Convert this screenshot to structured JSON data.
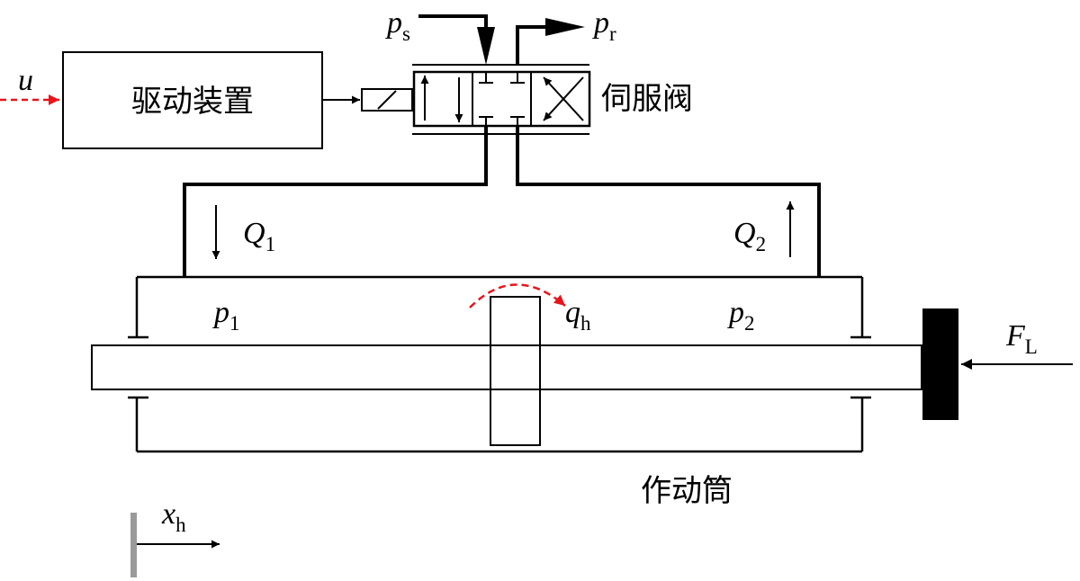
{
  "input_signal": {
    "symbol": "u"
  },
  "drive_device": {
    "label": "驱动装置"
  },
  "servo_valve": {
    "label": "伺服阀"
  },
  "actuator": {
    "label": "作动筒"
  },
  "supply_pressure": {
    "symbol": "p",
    "subscript": "s"
  },
  "return_pressure": {
    "symbol": "p",
    "subscript": "r"
  },
  "flow_1": {
    "symbol": "Q",
    "subscript": "1"
  },
  "flow_2": {
    "symbol": "Q",
    "subscript": "2"
  },
  "chamber_pressure_1": {
    "symbol": "p",
    "subscript": "1"
  },
  "chamber_pressure_2": {
    "symbol": "p",
    "subscript": "2"
  },
  "leakage_flow": {
    "symbol": "q",
    "subscript": "h"
  },
  "load_force": {
    "symbol": "F",
    "subscript": "L"
  },
  "displacement": {
    "symbol": "x",
    "subscript": "h"
  },
  "colors": {
    "signal_arrow": "#e8141b",
    "leakage_arrow": "#e8141b",
    "reference_bar": "#9a9a9a",
    "load_mass": "#000000"
  }
}
